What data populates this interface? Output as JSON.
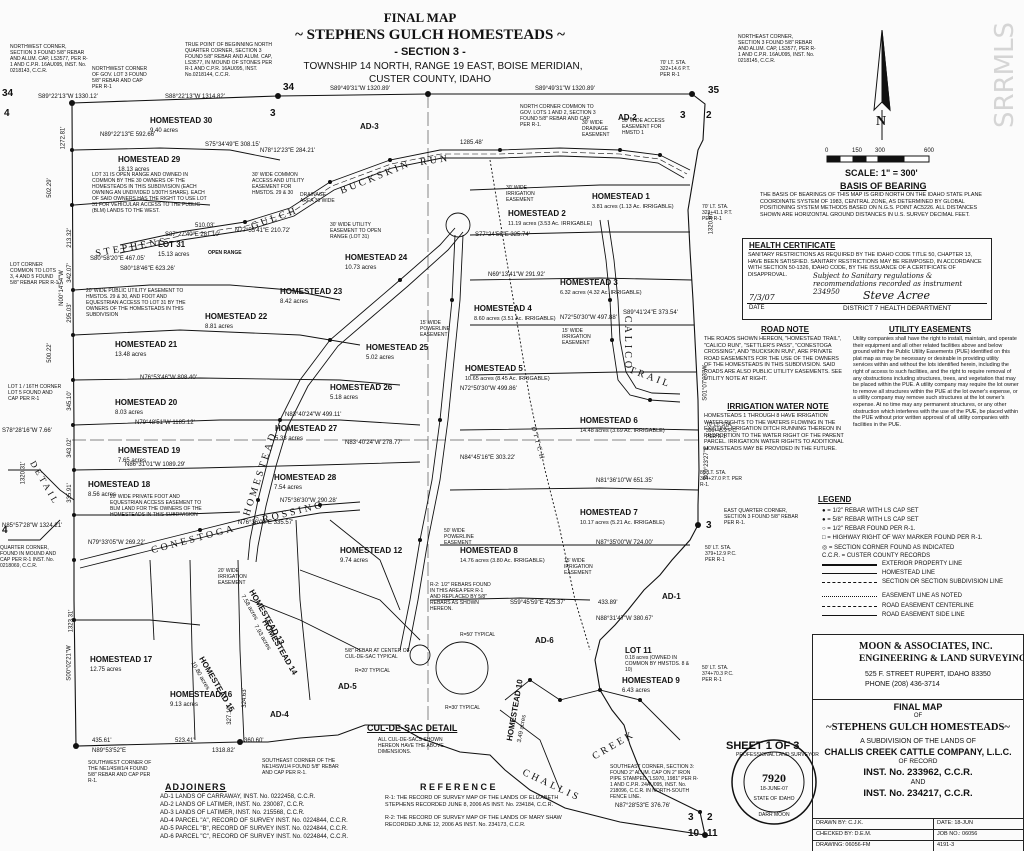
{
  "title": {
    "line1": "FINAL MAP",
    "line2": "~ STEPHENS GULCH HOMESTEADS ~",
    "line3": "- SECTION 3 -",
    "line4": "TOWNSHIP 14 NORTH, RANGE 19 EAST, BOISE MERIDIAN,",
    "line5": "CUSTER COUNTY, IDAHO"
  },
  "watermark": "SRRMLS",
  "north": {
    "letter": "N",
    "scale_ticks": [
      "0",
      "150",
      "300",
      "600"
    ],
    "scale_label": "SCALE: 1\" = 300'"
  },
  "basis": {
    "heading": "BASIS OF BEARING",
    "text": "THE BASIS OF BEARINGS OF THIS MAP IS GRID NORTH ON THE IDAHO STATE PLANE COORDINATE SYSTEM OF 1983, CENTRAL ZONE, AS DETERMINED BY GLOBAL POSITIONING SYSTEM METHODS BASED ON N.G.S. POINT AC5226. ALL DISTANCES SHOWN ARE HORIZONTAL GROUND DISTANCES IN U.S. SURVEY DECIMAL FEET."
  },
  "health": {
    "heading": "HEALTH CERTIFICATE",
    "text": "SANITARY RESTRICTIONS AS REQUIRED BY THE IDAHO CODE TITLE 50, CHAPTER 13, HAVE BEEN SATISFIED. SANITARY RESTRICTIONS MAY BE REIMPOSED, IN ACCORDANCE WITH SECTION 50-1326, IDAHO CODE, BY THE ISSUANCE OF A CERTIFICATE OF DISAPPROVAL.",
    "handwritten": "Subject to Sanitary regulations & recommendations recorded as instrument 234950",
    "date_value": "7/3/07",
    "date_label": "DATE",
    "signature": "Steve Acree",
    "dept": "DISTRICT 7 HEALTH DEPARTMENT"
  },
  "road_note": {
    "heading": "ROAD NOTE",
    "text": "THE ROADS SHOWN HEREON, \"HOMESTEAD TRAIL\", \"CALICO RUN\", \"SETTLER'S PASS\", \"CONESTOGA CROSSING\", AND \"BUCKSKIN RUN\", ARE PRIVATE ROAD EASEMENTS FOR THE USE OF THE OWNERS OF THE HOMESTEADS IN THIS SUBDIVISION. SAID ROADS ARE ALSO PUBLIC UTILITY EASEMENTS. SEE UTILITY NOTE AT RIGHT."
  },
  "irrigation_note": {
    "heading": "IRRIGATION WATER NOTE",
    "text": "HOMESTEADS 1 THROUGH 8 HAVE IRRIGATION WATER RIGHTS TO THE WATERS FLOWING IN THE EXISTING IRRIGATION DITCH RUNNING THEREON IN PROPORTION TO THE WATER RIGHT OF THE PARENT PARCEL. IRRIGATION WATER RIGHTS TO ADDITIONAL HOMESTEADS MAY BE PROVIDED IN THE FUTURE."
  },
  "utility": {
    "heading": "UTILITY EASEMENTS",
    "text": "Utility companies shall have the right to install, maintain, and operate their equipment and all other related facilities above and below ground within the Public Utility Easements (PUE) identified on this plat map as may be necessary or desirable in providing utility services within and without the lots identified herein, including the right of access to such facilities, and the right to require removal of any obstructions including structures, trees, and vegetation that may be placed within the PUE. A utility company may require the lot owner to remove all structures within the PUE at the lot owner's expense, or a utility company may remove such structures at the lot owner's expense. At no time may any permanent structures, or any other obstruction which interferes with the use of the PUE, be placed within the PUE without prior written approval of all utility companies with facilities in the PUE."
  },
  "legend": {
    "heading": "LEGEND",
    "items": [
      "= 1/2\" REBAR WITH LS CAP SET",
      "= 5/8\" REBAR WITH LS CAP SET",
      "= 1/2\" REBAR FOUND PER R-1.",
      "= HIGHWAY RIGHT OF WAY MARKER FOUND PER R-1.",
      "= SECTION CORNER FOUND AS INDICATED",
      "C.C.R. = CUSTER COUNTY RECORDS",
      "EXTERIOR PROPERTY LINE",
      "HOMESTEAD LINE",
      "SECTION OR SECTION SUBDIVISION LINE",
      "EASEMENT LINE AS NOTED",
      "ROAD EASEMENT CENTERLINE",
      "ROAD EASEMENT SIDE LINE"
    ]
  },
  "company": {
    "name": "MOON & ASSOCIATES, INC.",
    "sub": "ENGINEERING & LAND SURVEYING",
    "address": "525 F. STREET RUPERT, IDAHO 83350",
    "phone": "PHONE (208) 436-3714"
  },
  "final_block": {
    "l1": "FINAL MAP",
    "l2": "OF",
    "l3": "~STEPHENS GULCH HOMESTEADS~",
    "l4": "A SUBDIVISION OF THE LANDS OF",
    "l5": "CHALLIS CREEK CATTLE COMPANY, L.L.C.",
    "l6": "OF RECORD",
    "l7": "INST. No. 233962, C.C.R.",
    "l8": "AND",
    "l9": "INST. No. 234217, C.C.R."
  },
  "sheet": "SHEET 1 OF 3",
  "seal": {
    "top": "PROFESSIONAL LAND SURVEYOR",
    "num": "7920",
    "date": "18-JUNE-07",
    "state": "STATE OF IDAHO",
    "name": "DARR MOON"
  },
  "titleblock": {
    "drawn": "DRAWN BY: C.J.K.",
    "date": "DATE: 18-JUN",
    "checked": "CHECKED BY: D.E.M.",
    "job": "JOB NO.: 06056",
    "drawing": "DRAWING: 06056-FM",
    "sheetno": "4191-3"
  },
  "adjoiners": {
    "heading": "ADJOINERS",
    "items": [
      "AD-1 LANDS OF CARRAWAY, INST. No. 0222458, C.C.R.",
      "AD-2 LANDS OF LATIMER, INST. No. 230087, C.C.R.",
      "AD-3 LANDS OF LATIMER, INST. No. 215568, C.C.R.",
      "AD-4 PARCEL \"A\", RECORD OF SURVEY INST. No. 0224844, C.C.R.",
      "AD-5 PARCEL \"B\", RECORD OF SURVEY INST. No. 0224844, C.C.R.",
      "AD-6 PARCEL \"C\", RECORD OF SURVEY INST. No. 0224844, C.C.R."
    ]
  },
  "reference": {
    "heading": "R E F E R E N C E",
    "r1": "R-1: THE RECORD OF SURVEY MAP OF THE LANDS OF ELIZABETH STEPHENS RECORDED JUNE 8, 2006 AS INST. No. 234184, C.C.R.",
    "r2": "R-2: THE RECORD OF SURVEY MAP OF THE LANDS OF MARY SHAW RECORDED JUNE 12, 2006 AS INST. No. 234173, C.C.R."
  },
  "culdesac": {
    "heading": "CUL-DE-SAC DETAIL",
    "note": "ALL CUL-DE-SACS SHOWN HEREON HAVE THE ABOVE DIMENSIONS.",
    "center": "5/8\" REBAR AT CENTER OF CUL-DE-SAC TYPICAL",
    "r50": "R=50' TYPICAL",
    "r20": "R=20' TYPICAL",
    "r30": "R=30' TYPICAL"
  },
  "homesteads": [
    {
      "name": "HOMESTEAD 30",
      "acres": "9.40 acres"
    },
    {
      "name": "HOMESTEAD 29",
      "acres": "18.13 acres"
    },
    {
      "name": "LOT 31",
      "acres": "15.13 acres"
    },
    {
      "name": "HOMESTEAD 24",
      "acres": "10.73 acres"
    },
    {
      "name": "HOMESTEAD 23",
      "acres": "8.42 acres"
    },
    {
      "name": "HOMESTEAD 22",
      "acres": "8.81 acres"
    },
    {
      "name": "HOMESTEAD 21",
      "acres": "13.48 acres"
    },
    {
      "name": "HOMESTEAD 25",
      "acres": "5.02 acres"
    },
    {
      "name": "HOMESTEAD 26",
      "acres": "5.18 acres"
    },
    {
      "name": "HOMESTEAD 20",
      "acres": "8.03 acres"
    },
    {
      "name": "HOMESTEAD 27",
      "acres": "5.33 acres"
    },
    {
      "name": "HOMESTEAD 19",
      "acres": "7.65 acres"
    },
    {
      "name": "HOMESTEAD 28",
      "acres": "7.54 acres"
    },
    {
      "name": "HOMESTEAD 18",
      "acres": "8.56 acres"
    },
    {
      "name": "HOMESTEAD 1",
      "acres": "3.81 acres (1.13 Ac. IRRIGABLE)"
    },
    {
      "name": "HOMESTEAD 2",
      "acres": "11.19 acres (3.53 Ac. IRRIGABLE)"
    },
    {
      "name": "HOMESTEAD 3",
      "acres": "6.32 acres (4.32 Ac. IRRIGABLE)"
    },
    {
      "name": "HOMESTEAD 4",
      "acres": "8.60 acres (3.51 Ac. IRRIGABLE)"
    },
    {
      "name": "HOMESTEAD 5",
      "acres": "10.65 acres (8.45 Ac. IRRIGABLE)"
    },
    {
      "name": "HOMESTEAD 6",
      "acres": "14.48 acres (3.69 Ac. IRRIGABLE)"
    },
    {
      "name": "HOMESTEAD 7",
      "acres": "10.17 acres (5.21 Ac. IRRIGABLE)"
    },
    {
      "name": "HOMESTEAD 8",
      "acres": "14.76 acres (3.80 Ac. IRRIGABLE)"
    },
    {
      "name": "HOMESTEAD 12",
      "acres": "9.74 acres"
    },
    {
      "name": "HOMESTEAD 13",
      "acres": "7.58 acres"
    },
    {
      "name": "HOMESTEAD 14",
      "acres": "7.93 acres"
    },
    {
      "name": "HOMESTEAD 15",
      "acres": "10.80 acres"
    },
    {
      "name": "HOMESTEAD 16",
      "acres": "9.13 acres"
    },
    {
      "name": "HOMESTEAD 17",
      "acres": "12.75 acres"
    },
    {
      "name": "HOMESTEAD 9",
      "acres": "6.43 acres"
    },
    {
      "name": "HOMESTEAD 10",
      "acres": "3.49 acres"
    },
    {
      "name": "LOT 11",
      "acres": "0.18 acres (OWNED IN COMMON BY HMSTDS. 8 & 10)"
    }
  ],
  "roads": [
    "BUCKSKIN",
    "RUN",
    "GULCH",
    "STEPHENS",
    "HOMESTEAD",
    "CROSSING",
    "CONESTOGA",
    "CALICO",
    "TRAIL",
    "CHALLIS",
    "CREEK",
    "DITCH",
    "DETAIL"
  ],
  "adj_labels": [
    "AD-3",
    "AD-2",
    "AD-1",
    "AD-6",
    "AD-5",
    "AD-4"
  ],
  "section_nums": [
    "34",
    "34",
    "3",
    "35",
    "3",
    "2",
    "10",
    "11",
    "3",
    "2",
    "4",
    "3",
    "4"
  ],
  "bearings": [
    "S89°22'13\"W 1330.12'",
    "S88°22'13\"W 1314.82'",
    "S89°49'31\"W 1320.89'",
    "S89°49'31\"W 1320.89'",
    "N89°22'13\"E 592.66'",
    "S75°34'49\"E 308.15'",
    "N78°12'23\"E 284.21'",
    "510.03'",
    "S87°27'40\"E 281.10'",
    "N77°55'41\"E 210.72'",
    "S80°58'20\"E 467.05'",
    "S80°18'46\"E 623.26'",
    "1285.48'",
    "S77°24'56\"E 325.74'",
    "N69°13'41\"W 291.92'",
    "N72°50'30\"W 497.88'",
    "N76°53'46\"W 808.40'",
    "N72°50'30\"W 499.86'",
    "N79°48'51\"W 1185.12'",
    "N83°40'24\"W 499.11'",
    "N83°40'24\"W 278.77'",
    "N86°31'01\"W 1089.29'",
    "N75°36'30\"W 290.28'",
    "N79°33'05\"W 269.22'",
    "N76°36'00\"E 335.57'",
    "N84°45'16\"E 303.22'",
    "N81°36'10\"W 651.35'",
    "N87°35'00\"W 724.00'",
    "S59°45'59\"E 425.37'",
    "433.89'",
    "N88°31'47\"W 380.67'",
    "435.61'",
    "523.41'",
    "360.60'",
    "N89°53'52\"E",
    "1318.82'",
    "N87°28'53\"E 376.76'",
    "S89°41'24\"E 373.54'",
    "S78°28'16\"W 7.66'",
    "N85°57'28\"W 1324.21'",
    "1320.31'",
    "502.29'",
    "500.22'",
    "1272.81'",
    "213.32'",
    "342.07'",
    "295.03'",
    "345.10'",
    "343.02'",
    "335.91'",
    "1323.31'",
    "S00°02'21\"W",
    "N00°14'54\"W",
    "S01°07'03\"W",
    "1320.87'",
    "S00°23'27\"E",
    "327.10'",
    "324.63'"
  ],
  "annotations": [
    "NORTHWEST CORNER, SECTION 3 FOUND 5/8\" REBAR AND ALUM. CAP, LS3577, PER R-1 AND C.P.R. 16AU095, INST. No. 0218143, C.C.R.",
    "NORTHWEST CORNER OF GOV. LOT 3 FOUND 5/8\" REBAR AND CAP PER R-1",
    "TRUE POINT OF BEGINNING NORTH QUARTER CORNER, SECTION 3 FOUND 5/8\" REBAR AND ALUM. CAP, LS3577, IN MOUND OF STONES PER R-1 AND C.P.R. 16AU095, INST. No.0218144, C.C.R.",
    "NORTH CORNER COMMON TO GOV. LOTS 1 AND 2, SECTION 3 FOUND 5/8\" REBAR AND CAP PER R-1.",
    "NORTHEAST CORNER, SECTION 3 FOUND 5/8\" REBAR AND ALUM. CAP, LS3577, PER R-1 AND C.P.R. 16AU095, INST. No. 0218145, C.C.R.",
    "70' LT. STA. 322+14.6 P.T. PER R-1",
    "LOT 31 IS OPEN RANGE AND OWNED IN COMMON BY THE 30 OWNERS OF THE HOMESTEADS IN THIS SUBDIVISION (EACH OWNING AN UNDIVIDED 1/30TH SHARE). EACH OF SAID OWNERS HAS THE RIGHT TO USE LOT 31 FOR VEHICULAR ACCESS TO THE PUBLIC (BLM) LANDS TO THE WEST.",
    "30' WIDE COMMON ACCESS AND UTILITY EASEMENT FOR HMSTDS. 29 & 30",
    "DRAINAGE AREA 30 WIDE",
    "30' WIDE DRAINAGE EASEMENT",
    "30' WIDE ACCESS EASEMENT FOR HMSTD 1",
    "30' WIDE IRRIGATION EASEMENT",
    "30' WIDE UTILITY EASEMENT TO OPEN RANGE (LOT 31)",
    "OPEN RANGE",
    "LOT CORNER COMMON TO LOTS 3, 4 AND 5 FOUND 5/8\" REBAR PER R-1.",
    "20' WIDE PUBLIC UTILITY EASEMENT TO HMSTDS. 29 & 30, AND FOOT AND EQUESTRIAN ACCESS TO LOT 31 BY THE OWNERS OF THE HOMESTEADS IN THIS SUBDIVISION",
    "LOT 1 / 16TH CORNER LOT 5 FOUND AND CAP PER R-1",
    "20' WIDE PRIVATE FOOT AND EQUESTRIAN ACCESS EASEMENT TO BLM LAND FOR THE OWNERS OF THE HOMESTEADS IN THIS SUBDIVISION",
    "15' WIDE POWERLINE EASEMENT",
    "15' WIDE IRRIGATION EASEMENT",
    "50' WIDE POWERLINE EASEMENT",
    "15' WIDE IRRIGATION EASEMENT",
    "70' LT. STA. 323+41.1 P.T. PER R-1",
    "70' LT. STA. 396+45.2 P.C. PER R-1",
    "80' LT. STA. 384+27.0 P.T. PER R-1.",
    "EAST QUARTER CORNER, SECTION 3 FOUND 5/8\" REBAR PER R-1.",
    "50' LT. STA. 379+12.9 P.C. PER R-1",
    "50' LT. STA. 374+70.3 P.C. PER R-1",
    "R-2: 1/2\" REBARS FOUND IN THIS AREA PER R-1 AND REPLACED BY 5/8\" REBARS AS SHOWN HEREON.",
    "20' WIDE IRRIGATION EASEMENT",
    "SOUTHEAST CORNER, SECTION 3: FOUND 2\" ALUM. CAP ON 2\" IRON PIPE STAMPED \"LS970, 1981\" PER R-1 AND C.P.R. 24AU095, INST. No. 218096, C.C.R. IN NORTH-SOUTH FENCE LINE.",
    "SOUTHEAST CORNER OF THE NE1/4SW1/4 FOUND 5/8\" REBAR AND CAP PER R-1.",
    "SOUTHWEST CORNER OF THE NE1/4SW1/4 FOUND 5/8\" REBAR AND CAP PER R-1.",
    "QUARTER CORNER, FOUND IN MOUND AND CAP PER R-1 INST. No. 0218069, C.C.R."
  ]
}
